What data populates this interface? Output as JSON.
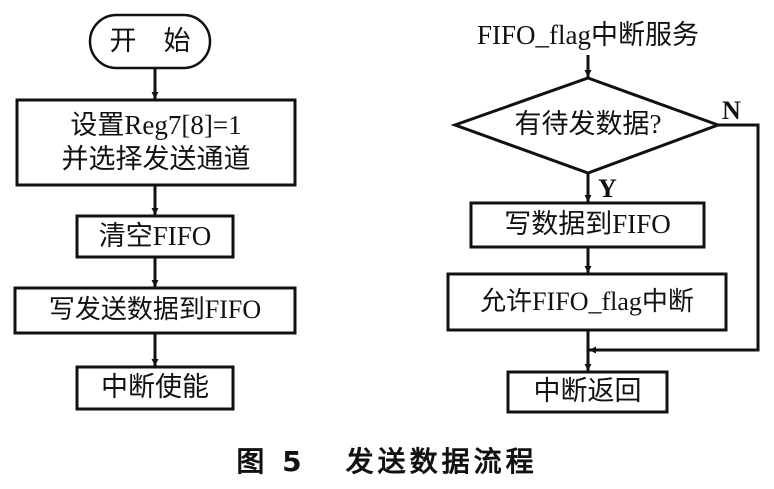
{
  "left_flow": {
    "start": "开　始",
    "step1_line1": "设置Reg7[8]=1",
    "step1_line2": "并选择发送通道",
    "step2": "清空FIFO",
    "step3": "写发送数据到FIFO",
    "step4": "中断使能"
  },
  "right_flow": {
    "entry": "FIFO_flag中断服务",
    "decision": "有待发数据?",
    "yes_label": "Y",
    "no_label": "N",
    "step1": "写数据到FIFO",
    "step2": "允许FIFO_flag中断",
    "end": "中断返回"
  },
  "caption": {
    "figure": "图 5",
    "title": "发送数据流程"
  }
}
